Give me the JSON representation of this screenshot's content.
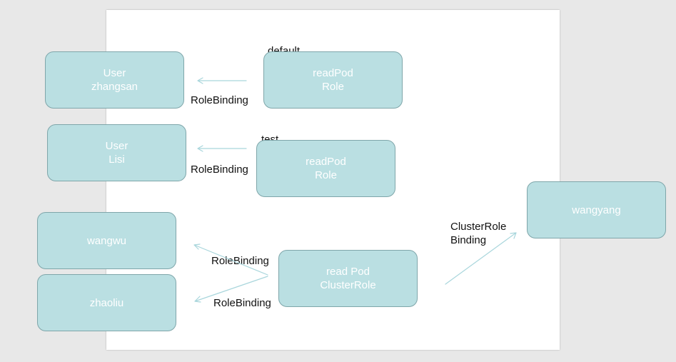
{
  "colors": {
    "node_fill": "#badfe2",
    "node_border": "#7fa6aa",
    "node_text": "#ffffff",
    "arrow": "#a9d6dc"
  },
  "nodes": {
    "user_zhangsan": {
      "line1": "User",
      "line2": "zhangsan"
    },
    "role_default": {
      "line1": "readPod",
      "line2": "Role"
    },
    "user_lisi": {
      "line1": "User",
      "line2": "Lisi"
    },
    "role_test": {
      "line1": "readPod",
      "line2": "Role"
    },
    "wangwu": {
      "line1": "wangwu"
    },
    "zhaoliu": {
      "line1": "zhaoliu"
    },
    "clusterrole": {
      "line1": "read Pod",
      "line2": "ClusterRole"
    },
    "wangyang": {
      "line1": "wangyang"
    }
  },
  "labels": {
    "namespace_default": "default",
    "namespace_test": "test",
    "rolebinding_1": "RoleBinding",
    "rolebinding_2": "RoleBinding",
    "rolebinding_3": "RoleBinding",
    "rolebinding_4": "RoleBinding",
    "clusterrolebinding_line1": "ClusterRole",
    "clusterrolebinding_line2": "Binding"
  }
}
